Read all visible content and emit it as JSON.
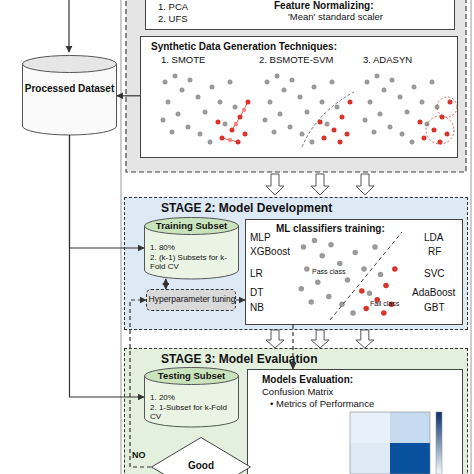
{
  "diagram": {
    "nodes": [
      {
        "text": [
          "1. PCA",
          "2. UFS",
          "Feature Normalizing:",
          "'Mean' standard scaler"
        ]
      },
      {
        "text": [
          "Synthetic Data Generation Techniques:",
          "1. SMOTE",
          "2. BSMOTE-SVM",
          "3. ADASYN"
        ]
      },
      {
        "text": [
          "Processed Dataset"
        ]
      },
      {
        "text": [
          "STAGE 2: Model Development"
        ]
      },
      {
        "text": [
          "Training Subset",
          "1. 80%",
          "2. (k-1) Subsets for k-Fold CV"
        ],
        "in": 3
      },
      {
        "text": [
          "ML classifiers training:"
        ],
        "in": 3
      },
      {
        "text": [
          "Hyperparameter tuning"
        ],
        "in": 3
      },
      {
        "text": [
          "STAGE 3: Model Evaluation"
        ]
      },
      {
        "text": [
          "Testing Subset",
          "1. 20%",
          "2. 1-Subset for k-Fold CV"
        ],
        "in": 7
      },
      {
        "text": [
          "Models Evaluation:",
          "Confusion Matrix",
          "• Metrics of Performance"
        ],
        "in": 7
      },
      {
        "text": [
          "Good"
        ],
        "in": 7
      }
    ],
    "edges": [
      {
        "from": 1,
        "to": 2,
        "arrow": "to"
      },
      {
        "from": 2,
        "to": 4,
        "arrow": "to"
      },
      {
        "from": 2,
        "to": 8,
        "arrow": "to"
      },
      {
        "from": 4,
        "to": 6,
        "arrow": "both"
      },
      {
        "from": 6,
        "to": 5,
        "arrow": "to"
      },
      {
        "from": 3,
        "to": 7,
        "arrow": "to"
      },
      {
        "from": 3,
        "to": 7,
        "arrow": "to"
      },
      {
        "from": 3,
        "to": 7,
        "arrow": "to"
      },
      {
        "from": 5,
        "to": 9,
        "arrow": "to"
      },
      {
        "from": 10,
        "to": 6,
        "label": "NO",
        "arrow": "to"
      }
    ],
    "labels": [
      "MLP",
      "XGBoost",
      "LR",
      "DT",
      "NB",
      "LDA",
      "RF",
      "SVC",
      "AdaBoost",
      "GBT",
      "Pass class",
      "Fail class"
    ]
  }
}
